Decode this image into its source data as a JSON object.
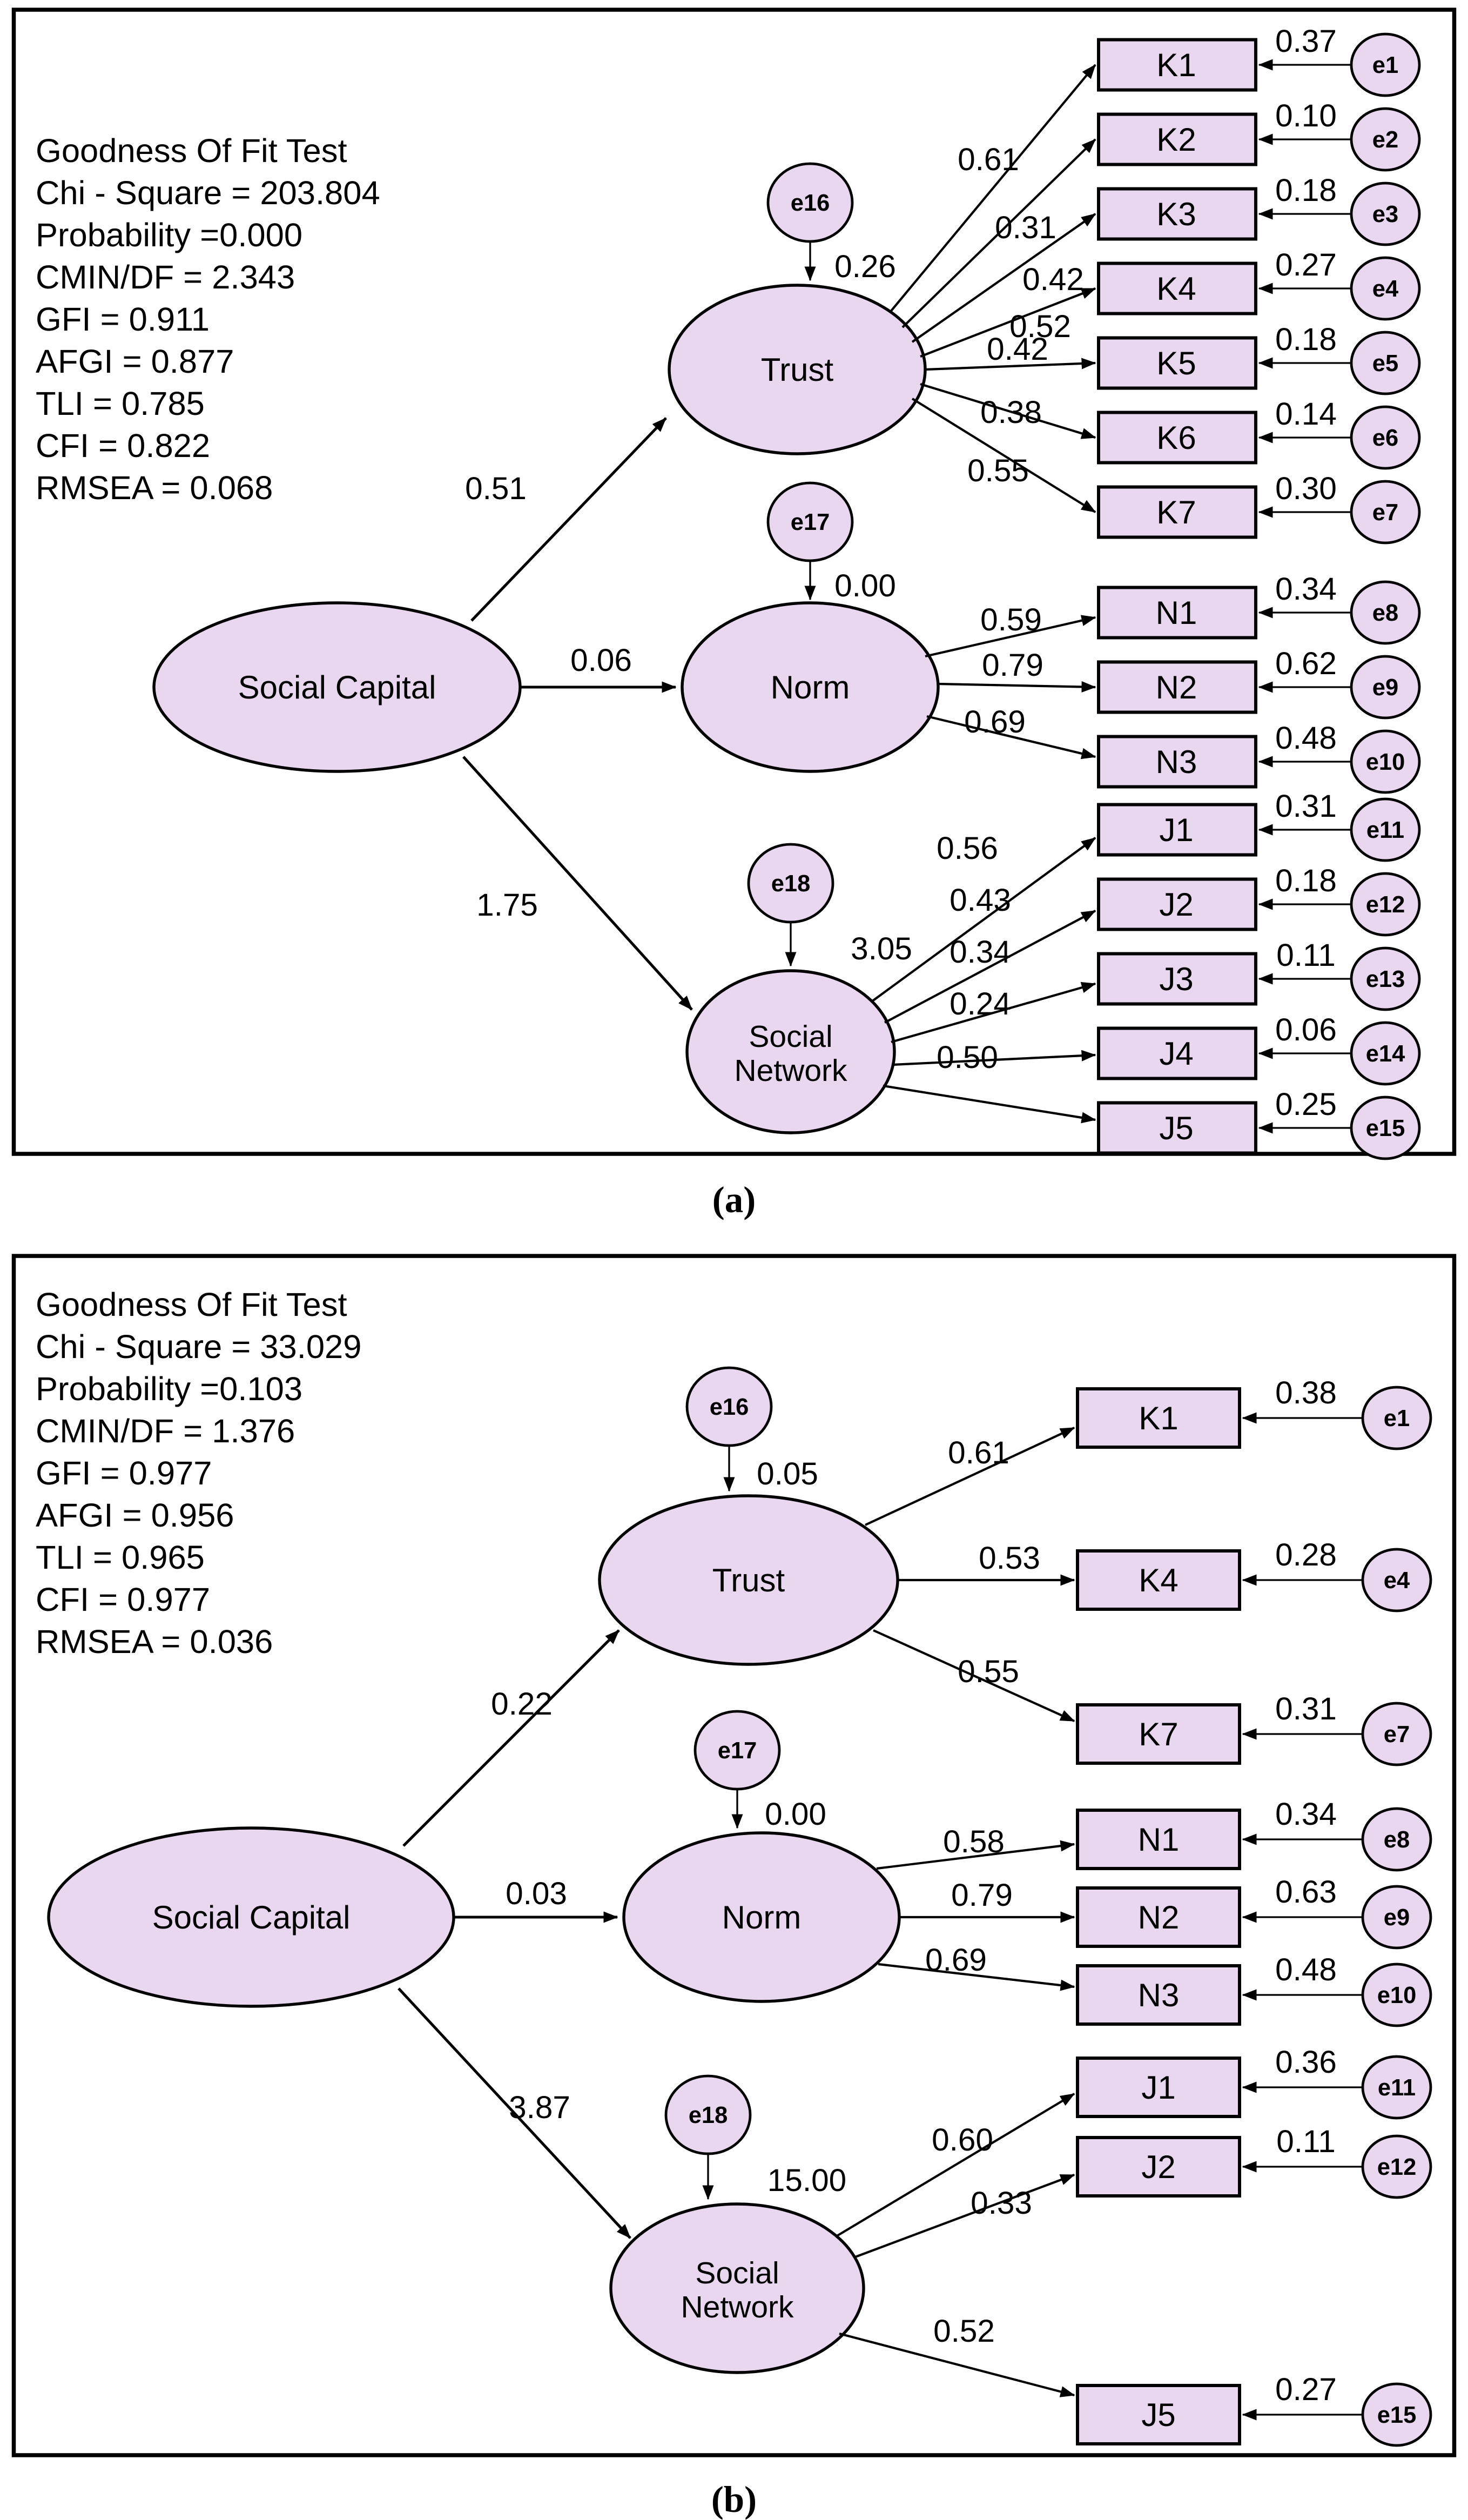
{
  "colors": {
    "node_fill": "#E9D7F0",
    "stroke": "#000000",
    "background": "#FFFFFF"
  },
  "panels": [
    {
      "caption": "(a)",
      "fit": {
        "title": "Goodness Of Fit Test",
        "lines": [
          "Chi - Square = 203.804",
          "Probability =0.000",
          "CMIN/DF = 2.343",
          "GFI = 0.911",
          "AFGI = 0.877",
          "TLI = 0.785",
          "CFI = 0.822",
          "RMSEA = 0.068"
        ]
      },
      "social_capital": "Social Capital",
      "trust": "Trust",
      "norm": "Norm",
      "social_network_line1": "Social",
      "social_network_line2": "Network",
      "paths": {
        "to_trust": "0.51",
        "to_norm": "0.06",
        "to_social_network": "1.75"
      },
      "latent_errors": {
        "trust": {
          "label": "e16",
          "value": "0.26"
        },
        "norm": {
          "label": "e17",
          "value": "0.00"
        },
        "social_network": {
          "label": "e18",
          "value": "3.05"
        }
      },
      "trust_indicators": [
        {
          "name": "K1",
          "loading": "0.61",
          "error": "e1",
          "error_value": "0.37"
        },
        {
          "name": "K2",
          "loading": "0.31",
          "error": "e2",
          "error_value": "0.10"
        },
        {
          "name": "K3",
          "loading": "0.42",
          "error": "e3",
          "error_value": "0.18"
        },
        {
          "name": "K4",
          "loading": "0.52",
          "error": "e4",
          "error_value": "0.27"
        },
        {
          "name": "K5",
          "loading": "0.42",
          "error": "e5",
          "error_value": "0.18"
        },
        {
          "name": "K6",
          "loading": "0.38",
          "error": "e6",
          "error_value": "0.14"
        },
        {
          "name": "K7",
          "loading": "0.55",
          "error": "e7",
          "error_value": "0.30"
        }
      ],
      "norm_indicators": [
        {
          "name": "N1",
          "loading": "0.59",
          "error": "e8",
          "error_value": "0.34"
        },
        {
          "name": "N2",
          "loading": "0.79",
          "error": "e9",
          "error_value": "0.62"
        },
        {
          "name": "N3",
          "loading": "0.69",
          "error": "e10",
          "error_value": "0.48"
        }
      ],
      "social_network_indicators": [
        {
          "name": "J1",
          "loading": "0.56",
          "error": "e11",
          "error_value": "0.31"
        },
        {
          "name": "J2",
          "loading": "0.43",
          "error": "e12",
          "error_value": "0.18"
        },
        {
          "name": "J3",
          "loading": "0.34",
          "error": "e13",
          "error_value": "0.11"
        },
        {
          "name": "J4",
          "loading": "0.24",
          "error": "e14",
          "error_value": "0.06"
        },
        {
          "name": "J5",
          "loading": "0.50",
          "error": "e15",
          "error_value": "0.25"
        }
      ]
    },
    {
      "caption": "(b)",
      "fit": {
        "title": "Goodness Of Fit Test",
        "lines": [
          "Chi - Square = 33.029",
          "Probability =0.103",
          "CMIN/DF = 1.376",
          "GFI = 0.977",
          "AFGI = 0.956",
          "TLI = 0.965",
          "CFI = 0.977",
          "RMSEA = 0.036"
        ]
      },
      "social_capital": "Social Capital",
      "trust": "Trust",
      "norm": "Norm",
      "social_network_line1": "Social",
      "social_network_line2": "Network",
      "paths": {
        "to_trust": "0.22",
        "to_norm": "0.03",
        "to_social_network": "3.87"
      },
      "latent_errors": {
        "trust": {
          "label": "e16",
          "value": "0.05"
        },
        "norm": {
          "label": "e17",
          "value": "0.00"
        },
        "social_network": {
          "label": "e18",
          "value": "15.00"
        }
      },
      "trust_indicators": [
        {
          "name": "K1",
          "loading": "0.61",
          "error": "e1",
          "error_value": "0.38"
        },
        {
          "name": "K4",
          "loading": "0.53",
          "error": "e4",
          "error_value": "0.28"
        },
        {
          "name": "K7",
          "loading": "0.55",
          "error": "e7",
          "error_value": "0.31"
        }
      ],
      "norm_indicators": [
        {
          "name": "N1",
          "loading": "0.58",
          "error": "e8",
          "error_value": "0.34"
        },
        {
          "name": "N2",
          "loading": "0.79",
          "error": "e9",
          "error_value": "0.63"
        },
        {
          "name": "N3",
          "loading": "0.69",
          "error": "e10",
          "error_value": "0.48"
        }
      ],
      "social_network_indicators": [
        {
          "name": "J1",
          "loading": "0.60",
          "error": "e11",
          "error_value": "0.36"
        },
        {
          "name": "J2",
          "loading": "0.33",
          "error": "e12",
          "error_value": "0.11"
        },
        {
          "name": "J5",
          "loading": "0.52",
          "error": "e15",
          "error_value": "0.27"
        }
      ]
    }
  ]
}
